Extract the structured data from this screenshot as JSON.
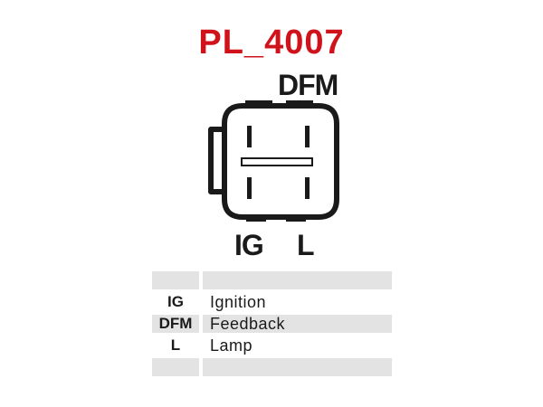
{
  "title": "PL_4007",
  "colors": {
    "title": "#d0121b",
    "line": "#1a1a1a",
    "row_shade": "#e3e3e3"
  },
  "pin_labels": {
    "top": "DFM",
    "bottom_left": "IG",
    "bottom_right": "L"
  },
  "legend": {
    "rows": [
      {
        "code": "",
        "desc": ""
      },
      {
        "code": "IG",
        "desc": "Ignition"
      },
      {
        "code": "DFM",
        "desc": "Feedback"
      },
      {
        "code": "L",
        "desc": "Lamp"
      },
      {
        "code": "",
        "desc": ""
      }
    ]
  }
}
